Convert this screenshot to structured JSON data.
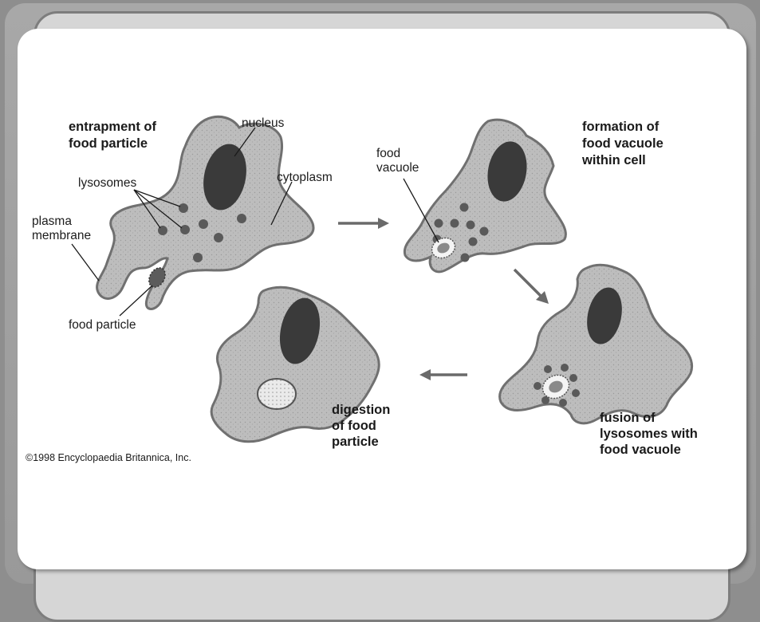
{
  "diagram": {
    "step_labels": {
      "entrapment": [
        "entrapment of",
        "food particle"
      ],
      "formation": [
        "formation of",
        "food vacuole",
        "within cell"
      ],
      "fusion": [
        "fusion of",
        "lysosomes with",
        "food vacuole"
      ],
      "digestion": [
        "digestion",
        "of food",
        "particle"
      ]
    },
    "part_labels": {
      "nucleus": "nucleus",
      "cytoplasm": "cytoplasm",
      "lysosomes": "lysosomes",
      "plasma_membrane": [
        "plasma",
        "membrane"
      ],
      "food_particle": "food particle",
      "food_vacuole": [
        "food",
        "vacuole"
      ]
    },
    "copyright": "©1998 Encyclopaedia Britannica, Inc.",
    "colors": {
      "cell_fill": "#bdbdbd",
      "nucleus": "#3a3a3a",
      "lysosome": "#5a5a5a",
      "arrow": "#6a6a6a"
    }
  }
}
